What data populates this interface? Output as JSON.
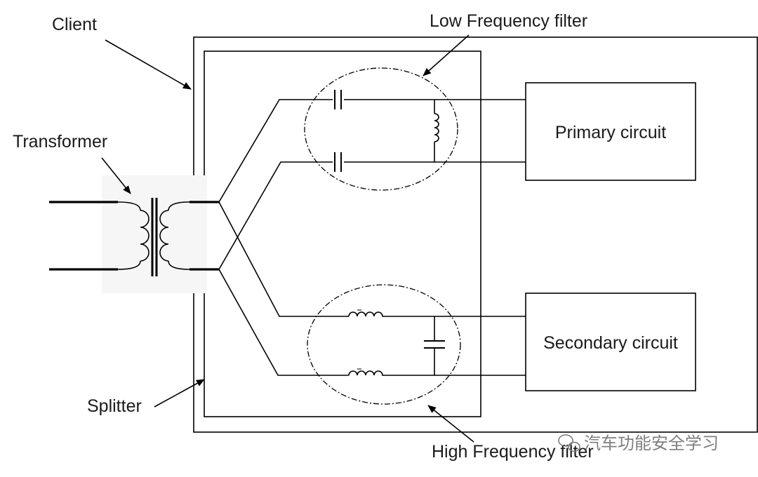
{
  "labels": {
    "client": "Client",
    "transformer": "Transformer",
    "splitter": "Splitter",
    "low_filter": "Low Frequency filter",
    "high_filter": "High Frequency filter",
    "primary": "Primary circuit",
    "secondary": "Secondary circuit"
  },
  "watermark": "汽车功能安全学习"
}
